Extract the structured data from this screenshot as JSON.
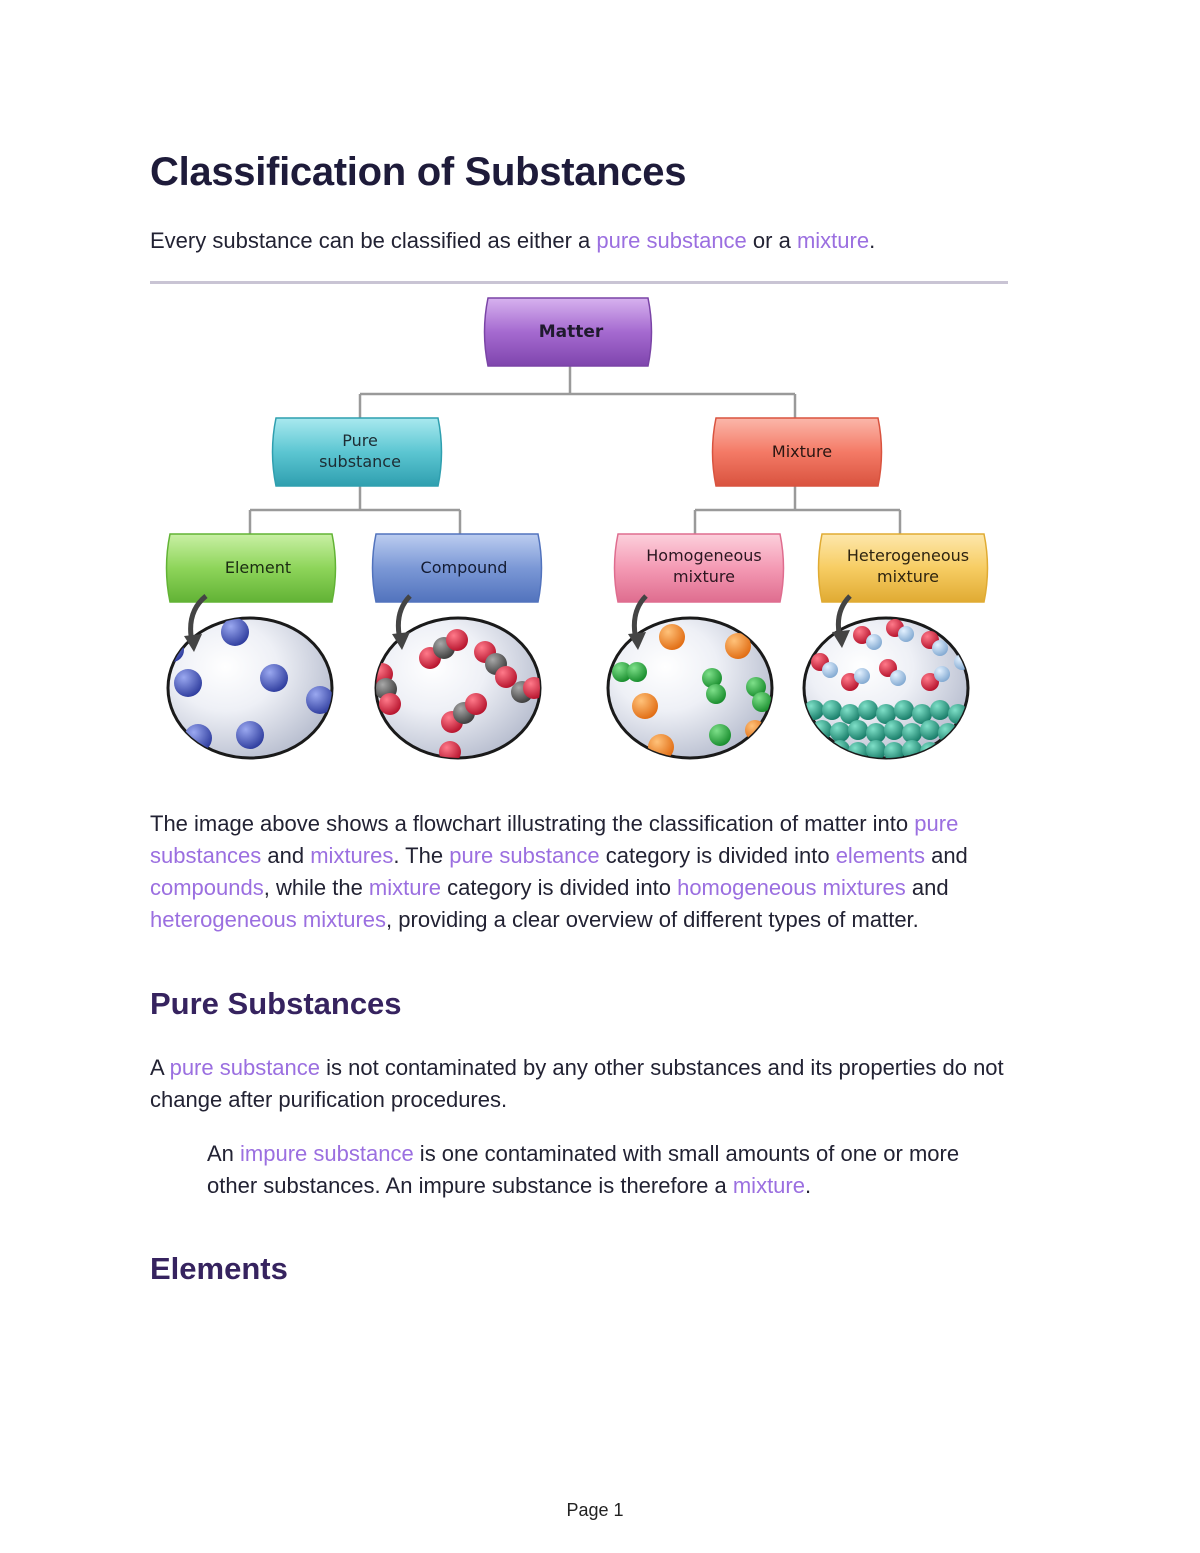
{
  "title": "Classification of Substances",
  "intro": {
    "t1": "Every substance can be classified as either a ",
    "k1": "pure substance",
    "t2": " or a ",
    "k2": "mixture",
    "t3": "."
  },
  "diagram": {
    "matter": "Matter",
    "pure_line1": "Pure",
    "pure_line2": "substance",
    "mixture": "Mixture",
    "element": "Element",
    "compound": "Compound",
    "homo_line1": "Homogeneous",
    "homo_line2": "mixture",
    "hetero_line1": "Heterogeneous",
    "hetero_line2": "mixture",
    "colors": {
      "matter": "#a56ad0",
      "pure": "#5cc6d2",
      "mixture": "#f47a66",
      "element": "#8ed55a",
      "compound": "#7b98d6",
      "homogeneous": "#f49ab4",
      "heterogeneous": "#f7cd63"
    }
  },
  "para1": {
    "t1": "The image above shows a flowchart illustrating the classification of matter into ",
    "k1": "pure substances",
    "t2": " and ",
    "k2": "mixtures",
    "t3": ". The ",
    "k3": "pure substance",
    "t4": " category is divided into ",
    "k4": "elements",
    "t5": " and ",
    "k5": "compounds",
    "t6": ", while the ",
    "k6": "mixture",
    "t7": " category is divided into ",
    "k7": "homogeneous mixtures",
    "t8": " and ",
    "k8": "heterogeneous mixtures",
    "t9": ", providing a clear overview of different types of matter."
  },
  "pure_heading": "Pure Substances",
  "para2": {
    "t1": "A ",
    "k1": "pure substance",
    "t2": " is not contaminated by any other substances and its properties do not change after purification procedures."
  },
  "para3": {
    "t1": "An ",
    "k1": "impure substance",
    "t2": " is one contaminated with small amounts of one or more other substances. An impure substance is therefore a ",
    "k2": "mixture",
    "t3": "."
  },
  "elements_heading": "Elements",
  "page_label": "Page 1"
}
